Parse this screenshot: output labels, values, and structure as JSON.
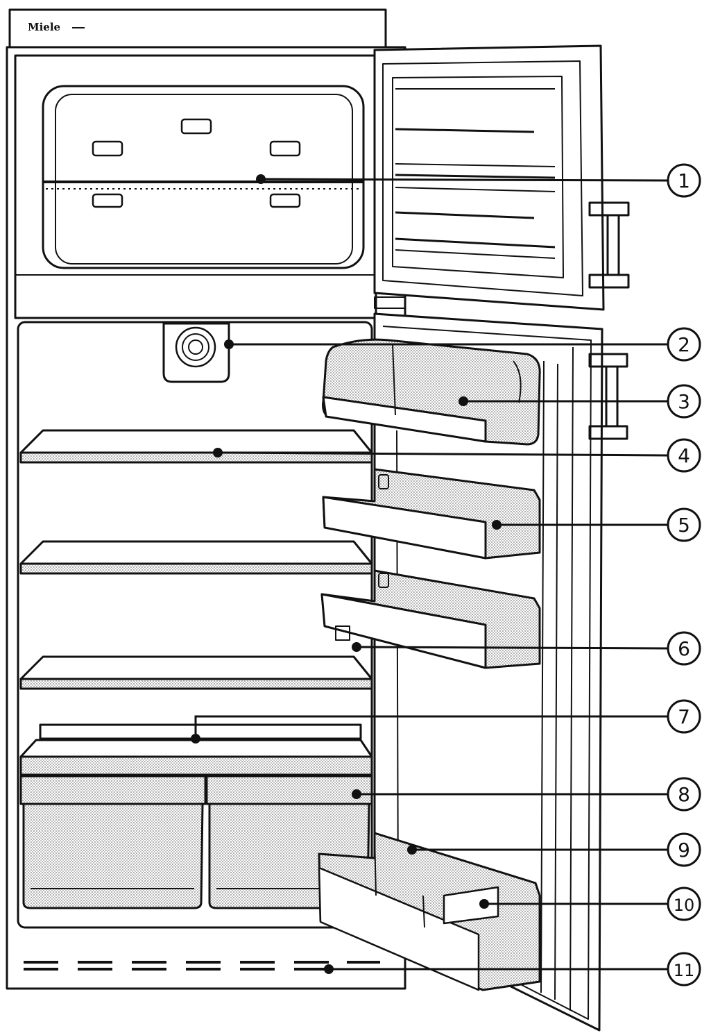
{
  "brand": {
    "logo_text": "Miele"
  },
  "callouts": [
    {
      "number": "1",
      "part": "freezer-shelf"
    },
    {
      "number": "2",
      "part": "light-and-thermostat"
    },
    {
      "number": "3",
      "part": "butter-compartment"
    },
    {
      "number": "4",
      "part": "glass-shelf"
    },
    {
      "number": "5",
      "part": "door-shelf"
    },
    {
      "number": "6",
      "part": "door-shelf-lower"
    },
    {
      "number": "7",
      "part": "crisper-cover-shelf"
    },
    {
      "number": "8",
      "part": "crisper-drawers"
    },
    {
      "number": "9",
      "part": "bottle-shelf"
    },
    {
      "number": "10",
      "part": "bottle-holder"
    },
    {
      "number": "11",
      "part": "ventilation-grille"
    }
  ],
  "colors": {
    "line": "#111111",
    "hatch": "#8a8a8a",
    "background": "#ffffff"
  }
}
